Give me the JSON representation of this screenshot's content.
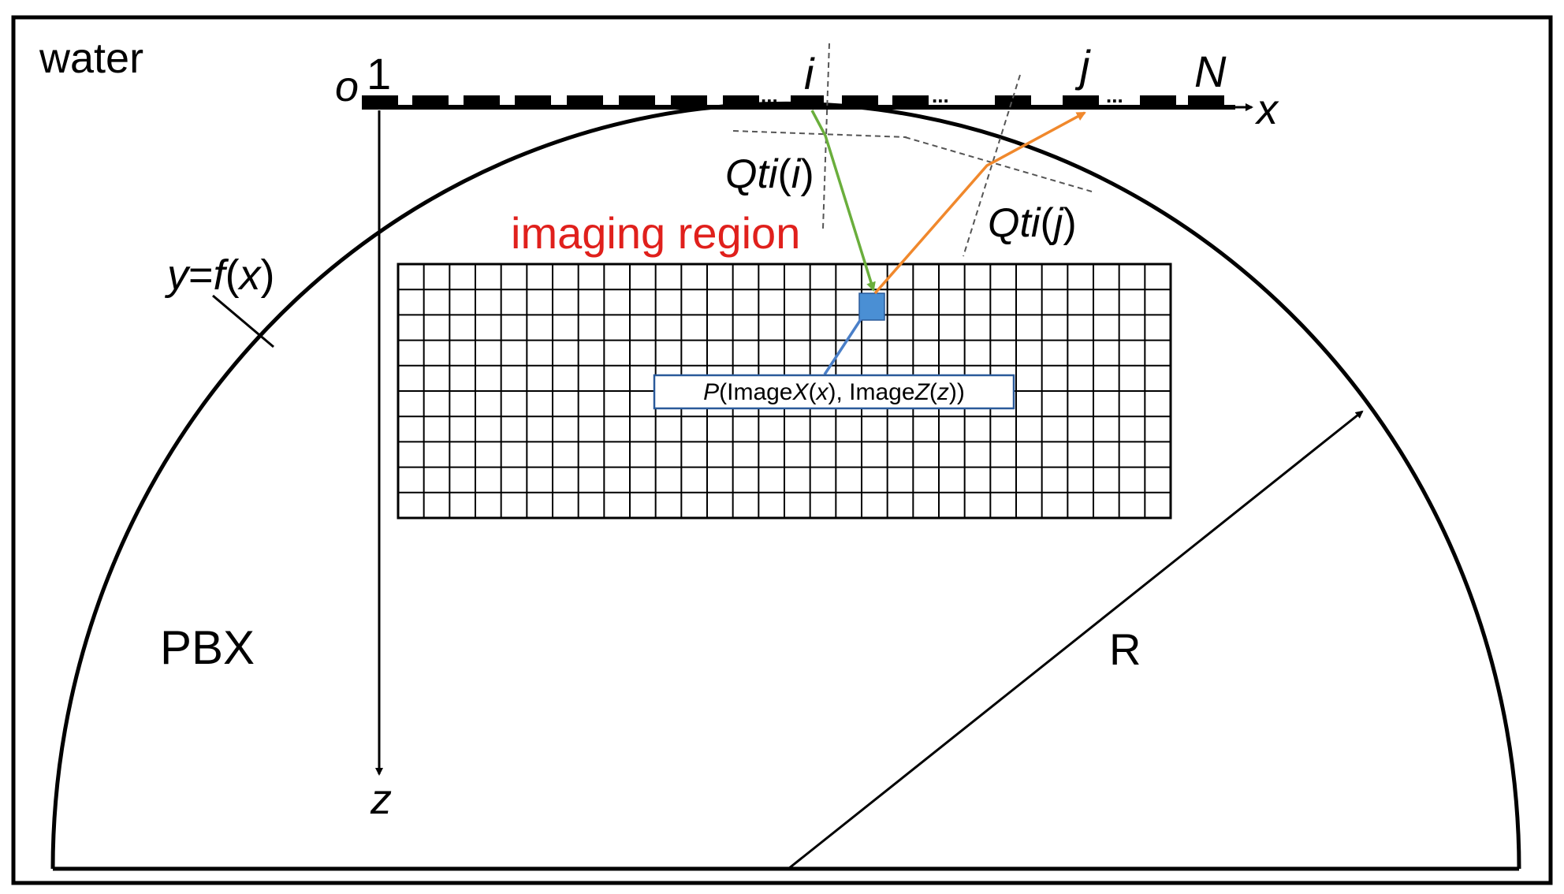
{
  "labels": {
    "medium_top": "water",
    "medium_bottom": "PBX",
    "origin": "o",
    "first_element": "1",
    "element_i": "i",
    "element_j": "j",
    "element_n": "N",
    "ellipsis": "...",
    "x_axis": "x",
    "z_axis": "z",
    "radius": "R",
    "region": "imaging region",
    "interface": {
      "y": "y",
      "eq": "=",
      "f": "f",
      "open": "(",
      "x": "x",
      "close": ")"
    },
    "qti_i": {
      "q": "Qti",
      "open": "(",
      "idx": "i",
      "close": ")"
    },
    "qti_j": {
      "q": "Qti",
      "open": "(",
      "idx": "j",
      "close": ")"
    },
    "pixel": {
      "p": "P",
      "open": "(Image",
      "x_big": "X",
      "x_open": "(",
      "x_small": "x",
      "mid": "), Image",
      "z_big": "Z",
      "z_open": "(",
      "z_small": "z",
      "close": "))"
    }
  },
  "colors": {
    "line": "#000000",
    "region_label": "#e0201c",
    "ray_incident": "#6aae3c",
    "ray_reflected": "#f0882c",
    "pixel": "#4a8fd4",
    "pixel_leader": "#4a7fc8",
    "label_box_border": "#2a5a9a",
    "normal_line": "#555555"
  },
  "imaging_grid": {
    "columns": 30,
    "rows": 10
  }
}
